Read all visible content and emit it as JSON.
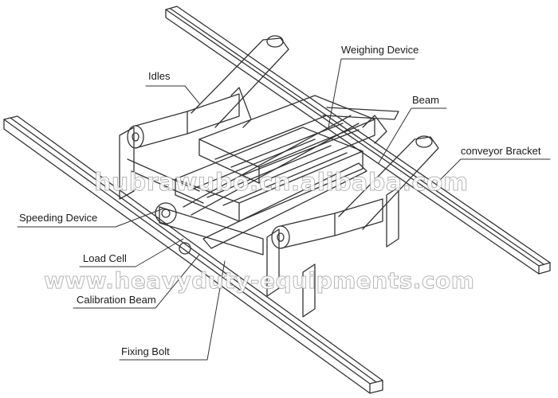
{
  "labels": {
    "idles": "Idles",
    "weighing_device": "Weighing Device",
    "beam": "Beam",
    "conveyor_bracket": "conveyor Bracket",
    "speeding_device": "Speeding Device",
    "load_cell": "Load Cell",
    "calibration_beam": "Calibration Beam",
    "fixing_bolt": "Fixing Bolt"
  },
  "watermarks": {
    "upper": "hubrawubo.cn.alibaba.com",
    "lower": "www.heavyduty-equipments.com"
  },
  "colors": {
    "line": "#333333",
    "background": "#ffffff"
  }
}
